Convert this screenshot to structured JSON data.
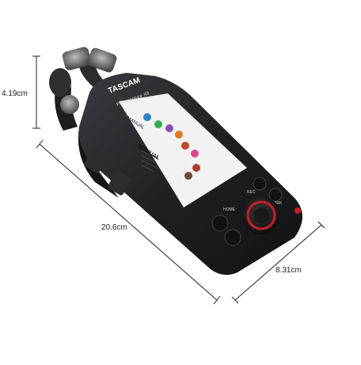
{
  "dimensions": {
    "height": "4.19cm",
    "length": "20.6cm",
    "width": "8.31cm"
  },
  "device": {
    "brand": "TASCAM",
    "model": "Portacapture X8",
    "screen": {
      "header": "MANUAL",
      "menu_label": "MANUAL",
      "description": "This mode allows manual settings for all parameters."
    },
    "buttons": {
      "home": "HOME",
      "rec": "REC",
      "mark": "MARK"
    }
  },
  "colors": {
    "body": "#1e1f21",
    "screen": "#f2f2f2",
    "rec_ring": "#c8202a",
    "background": "#ffffff"
  }
}
